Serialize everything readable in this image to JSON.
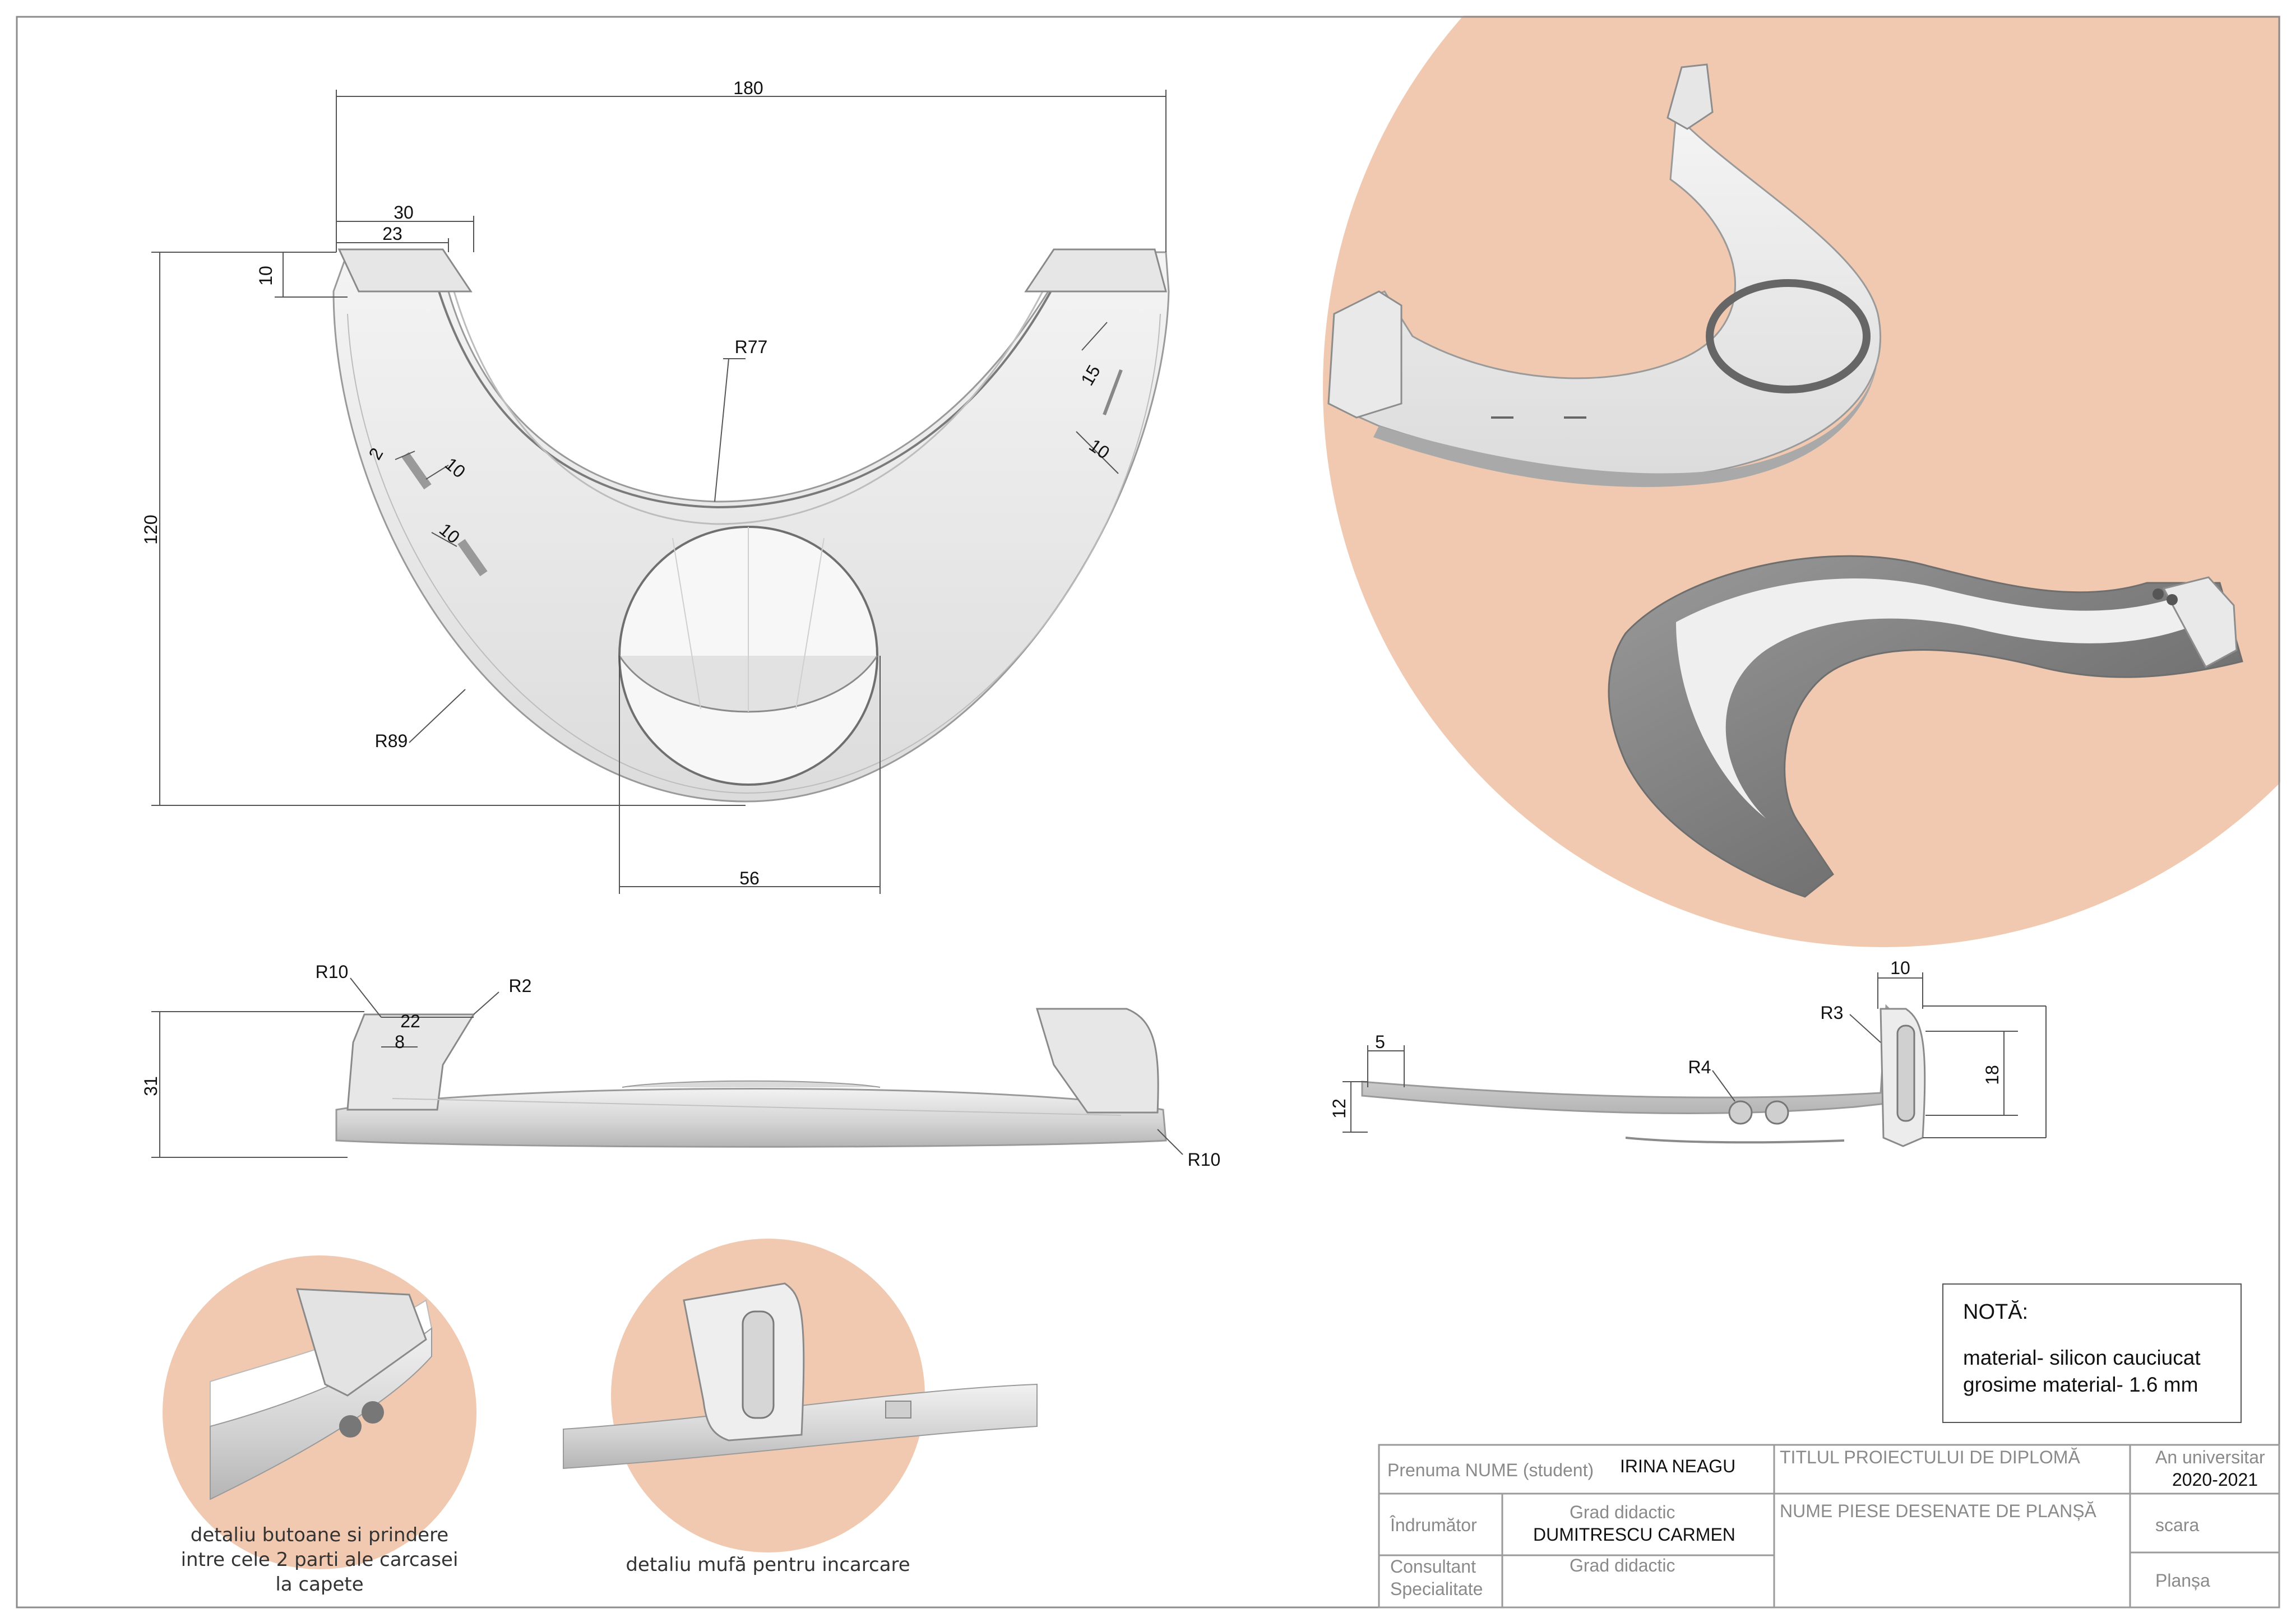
{
  "dimensions": {
    "top": {
      "d180": "180",
      "d30": "30",
      "d23": "23",
      "d10a": "10",
      "d120": "120",
      "r77": "R77",
      "d15": "15",
      "d10b": "10",
      "d2": "2",
      "d10c": "10",
      "d10d": "10",
      "r89": "R89",
      "d56": "56"
    },
    "side": {
      "r10a": "R10",
      "r2": "R2",
      "d22": "22",
      "d8": "8",
      "d31": "31",
      "r10b": "R10"
    },
    "end": {
      "d5": "5",
      "d12": "12",
      "r4": "R4",
      "r3": "R3",
      "d10": "10",
      "d18": "18"
    }
  },
  "captions": {
    "detail1": [
      "detaliu butoane si prindere",
      "intre cele 2 parti ale carcasei",
      "la capete"
    ],
    "detail2": "detaliu mufă pentru incarcare"
  },
  "note": {
    "title": "NOTĂ:",
    "line1": "material- silicon cauciucat",
    "line2": "grosime material- 1.6 mm"
  },
  "title_block": {
    "student_label": "Prenuma NUME (student)",
    "student_name": "IRINA NEAGU",
    "project_label": "TITLUL PROIECTULUI DE DIPLOMĂ",
    "year_label": "An universitar",
    "year_value": "2020-2021",
    "advisor_label": "Îndrumător",
    "advisor_grade": "Grad didactic",
    "advisor_name": "DUMITRESCU CARMEN",
    "pieces_label": "NUME PIESE DESENATE DE PLANȘĂ",
    "scale_label": "scara",
    "consultant_label_1": "Consultant",
    "consultant_label_2": "Specialitate",
    "consultant_grade": "Grad didactic",
    "sheet_label": "Planșa"
  },
  "colors": {
    "accent_peach": "#f0c9b0",
    "frame": "#8c8c8c"
  }
}
